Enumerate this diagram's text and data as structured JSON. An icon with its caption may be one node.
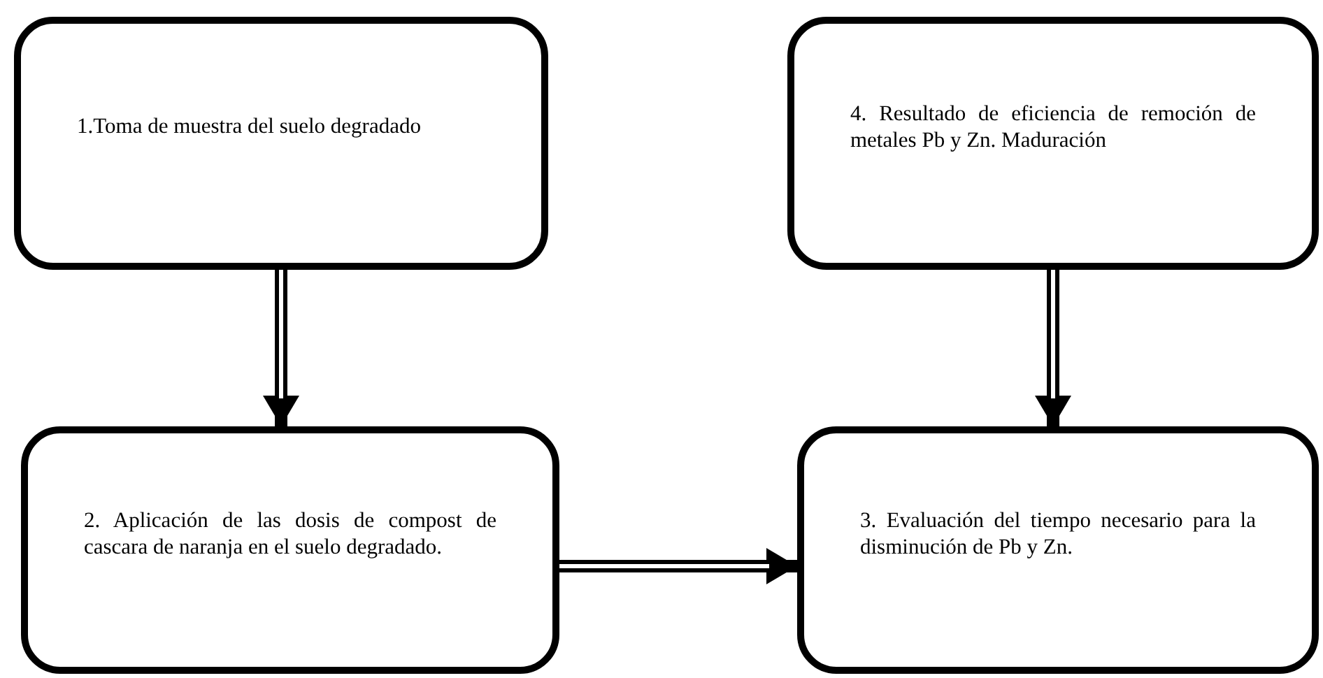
{
  "diagram": {
    "nodes": [
      {
        "text": [
          "1.Toma de muestra del suelo degradado"
        ]
      },
      {
        "text": [
          "4. Resultado de eficiencia de remoción de metales Pb y Zn. Maduración"
        ]
      },
      {
        "text": [
          "2. Aplicación de las dosis de compost de cascara de naranja en el suelo degradado."
        ]
      },
      {
        "text": [
          "3. Evaluación del tiempo necesario para la disminución de Pb y Zn."
        ]
      }
    ],
    "edges": [
      {
        "from": 0,
        "to": 2,
        "arrow": "to"
      },
      {
        "from": 1,
        "to": 3,
        "arrow": "to"
      },
      {
        "from": 2,
        "to": 3,
        "arrow": "to"
      }
    ]
  }
}
